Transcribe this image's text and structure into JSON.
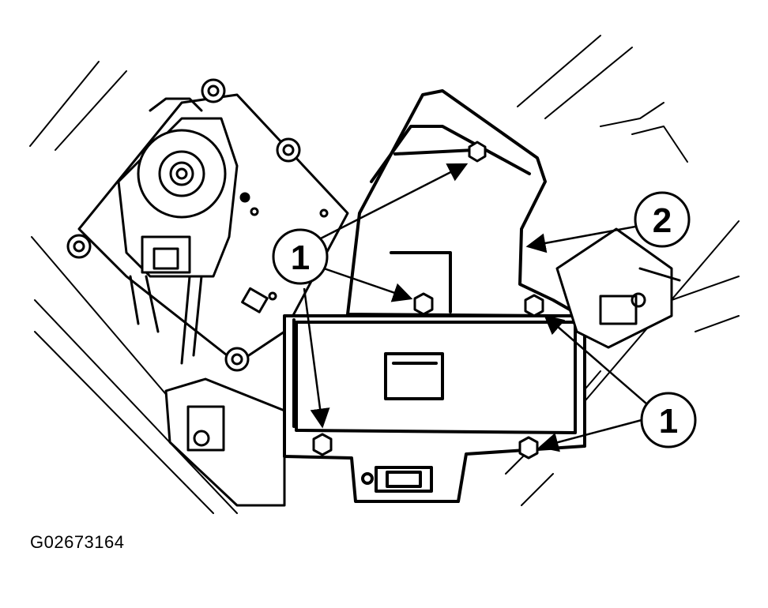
{
  "figure": {
    "code": "G02673164",
    "callouts": [
      {
        "id": "fastener",
        "label": "1"
      },
      {
        "id": "module",
        "label": "2"
      },
      {
        "id": "fastener-right",
        "label": "1"
      }
    ]
  }
}
